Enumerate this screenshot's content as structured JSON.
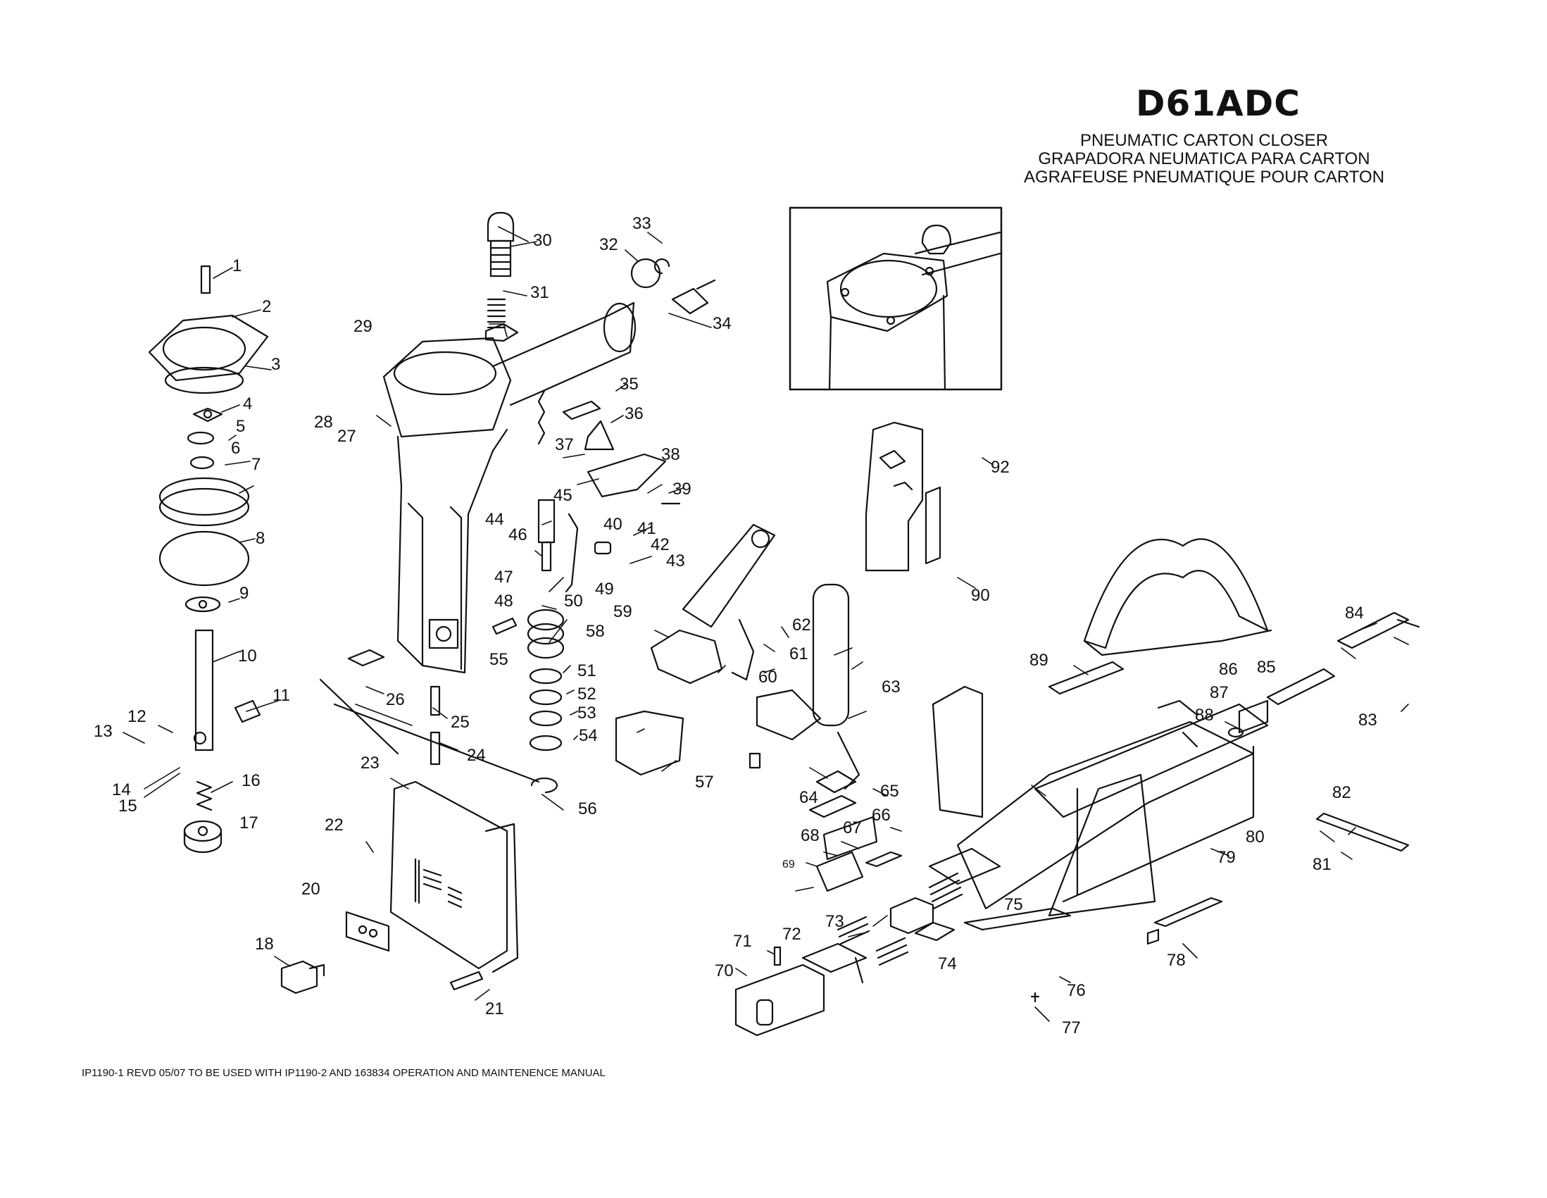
{
  "header": {
    "model": "D61ADC",
    "title_en": "PNEUMATIC CARTON CLOSER",
    "title_es": "GRAPADORA NEUMATICA PARA CARTON",
    "title_fr": "AGRAFEUSE PNEUMATIQUE POUR CARTON"
  },
  "footer": {
    "note": "IP1190-1 REVD 05/07 TO BE USED WITH IP1190-2 AND 163834 OPERATION AND MAINTENENCE MANUAL"
  },
  "callouts": [
    "1",
    "2",
    "3",
    "4",
    "5",
    "6",
    "7",
    "8",
    "9",
    "10",
    "11",
    "12",
    "13",
    "14",
    "15",
    "16",
    "17",
    "18",
    "20",
    "21",
    "22",
    "23",
    "24",
    "25",
    "26",
    "27",
    "28",
    "29",
    "30",
    "31",
    "32",
    "33",
    "34",
    "35",
    "36",
    "37",
    "38",
    "39",
    "40",
    "41",
    "42",
    "43",
    "44",
    "45",
    "46",
    "47",
    "48",
    "49",
    "50",
    "51",
    "52",
    "53",
    "54",
    "55",
    "56",
    "57",
    "58",
    "59",
    "60",
    "61",
    "62",
    "63",
    "64",
    "65",
    "66",
    "67",
    "68",
    "69",
    "70",
    "71",
    "72",
    "73",
    "74",
    "75",
    "76",
    "77",
    "78",
    "79",
    "80",
    "81",
    "82",
    "83",
    "84",
    "85",
    "86",
    "87",
    "88",
    "89",
    "90",
    "92"
  ]
}
